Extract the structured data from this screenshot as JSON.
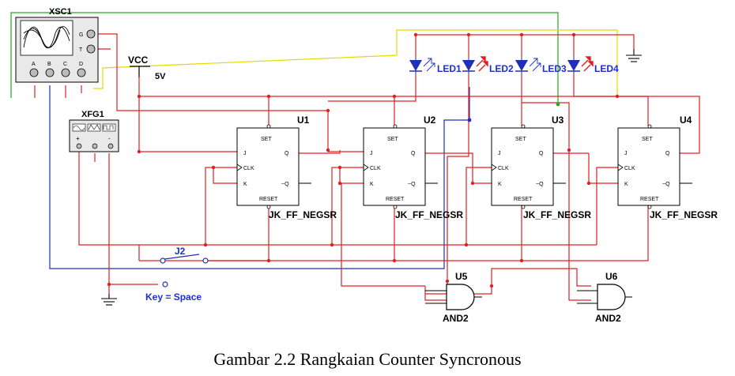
{
  "caption": "Gambar 2.2 Rangkaian Counter Syncronous",
  "oscilloscope": {
    "ref": "XSC1",
    "terminals": [
      "G",
      "T",
      "A",
      "B",
      "C",
      "D"
    ]
  },
  "function_generator": {
    "ref": "XFG1",
    "terminals": [
      "+",
      "-"
    ]
  },
  "power": {
    "label": "VCC",
    "value": "5V"
  },
  "flip_flops": [
    {
      "ref": "U1",
      "type": "JK_FF_NEGSR"
    },
    {
      "ref": "U2",
      "type": "JK_FF_NEGSR"
    },
    {
      "ref": "U3",
      "type": "JK_FF_NEGSR"
    },
    {
      "ref": "U4",
      "type": "JK_FF_NEGSR"
    }
  ],
  "ff_pins": {
    "set": "SET",
    "reset": "RESET",
    "j": "J",
    "clk": "CLK",
    "k": "K",
    "q": "Q",
    "qbar": "~Q"
  },
  "leds": [
    "LED1",
    "LED2",
    "LED3",
    "LED4"
  ],
  "gates": [
    {
      "ref": "U5",
      "type": "AND2"
    },
    {
      "ref": "U6",
      "type": "AND2"
    }
  ],
  "switch": {
    "ref": "J2",
    "key_label": "Key = Space"
  },
  "colors": {
    "wire_red": "#e02020",
    "wire_blue": "#1f2fb8",
    "wire_green": "#22aa22",
    "wire_yellow": "#e6d800",
    "label_blue": "#1a2fd0"
  }
}
